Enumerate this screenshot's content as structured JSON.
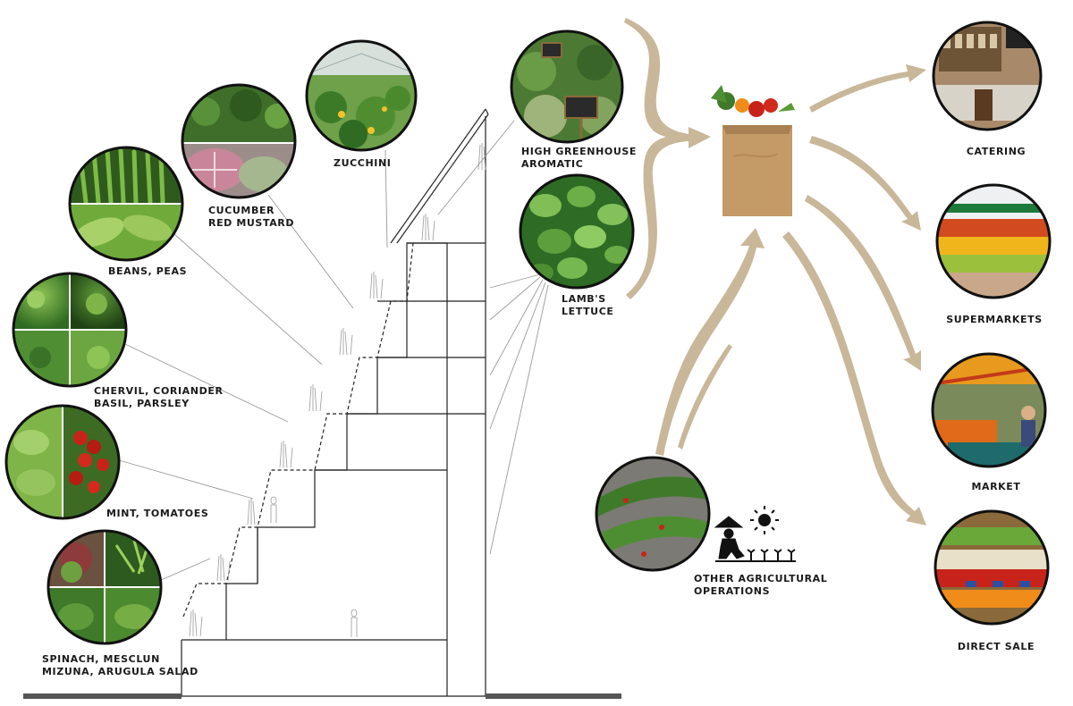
{
  "crops": [
    {
      "lines": [
        "ZUCCHINI"
      ]
    },
    {
      "lines": [
        "CUCUMBER",
        "RED MUSTARD"
      ]
    },
    {
      "lines": [
        "BEANS, PEAS"
      ]
    },
    {
      "lines": [
        "CHERVIL, CORIANDER",
        "BASIL, PARSLEY"
      ]
    },
    {
      "lines": [
        "MINT, TOMATOES"
      ]
    },
    {
      "lines": [
        "SPINACH, MESCLUN",
        "MIZUNA, ARUGULA SALAD"
      ]
    },
    {
      "lines": [
        "HIGH GREENHOUSE",
        "AROMATIC"
      ]
    },
    {
      "lines": [
        "LAMB'S",
        "LETTUCE"
      ]
    }
  ],
  "source": {
    "lines": [
      "OTHER AGRICULTURAL",
      "OPERATIONS"
    ]
  },
  "outlets": [
    {
      "label": "CATERING"
    },
    {
      "label": "SUPERMARKETS"
    },
    {
      "label": "MARKET"
    },
    {
      "label": "DIRECT SALE"
    }
  ],
  "colors": {
    "arrow": "#c9b79a",
    "line": "#222222",
    "leader": "#9a9a9a",
    "ground": "#555555",
    "leaf_dark": "#2f6b22",
    "leaf_light": "#7fb548",
    "bag": "#c49a67"
  }
}
